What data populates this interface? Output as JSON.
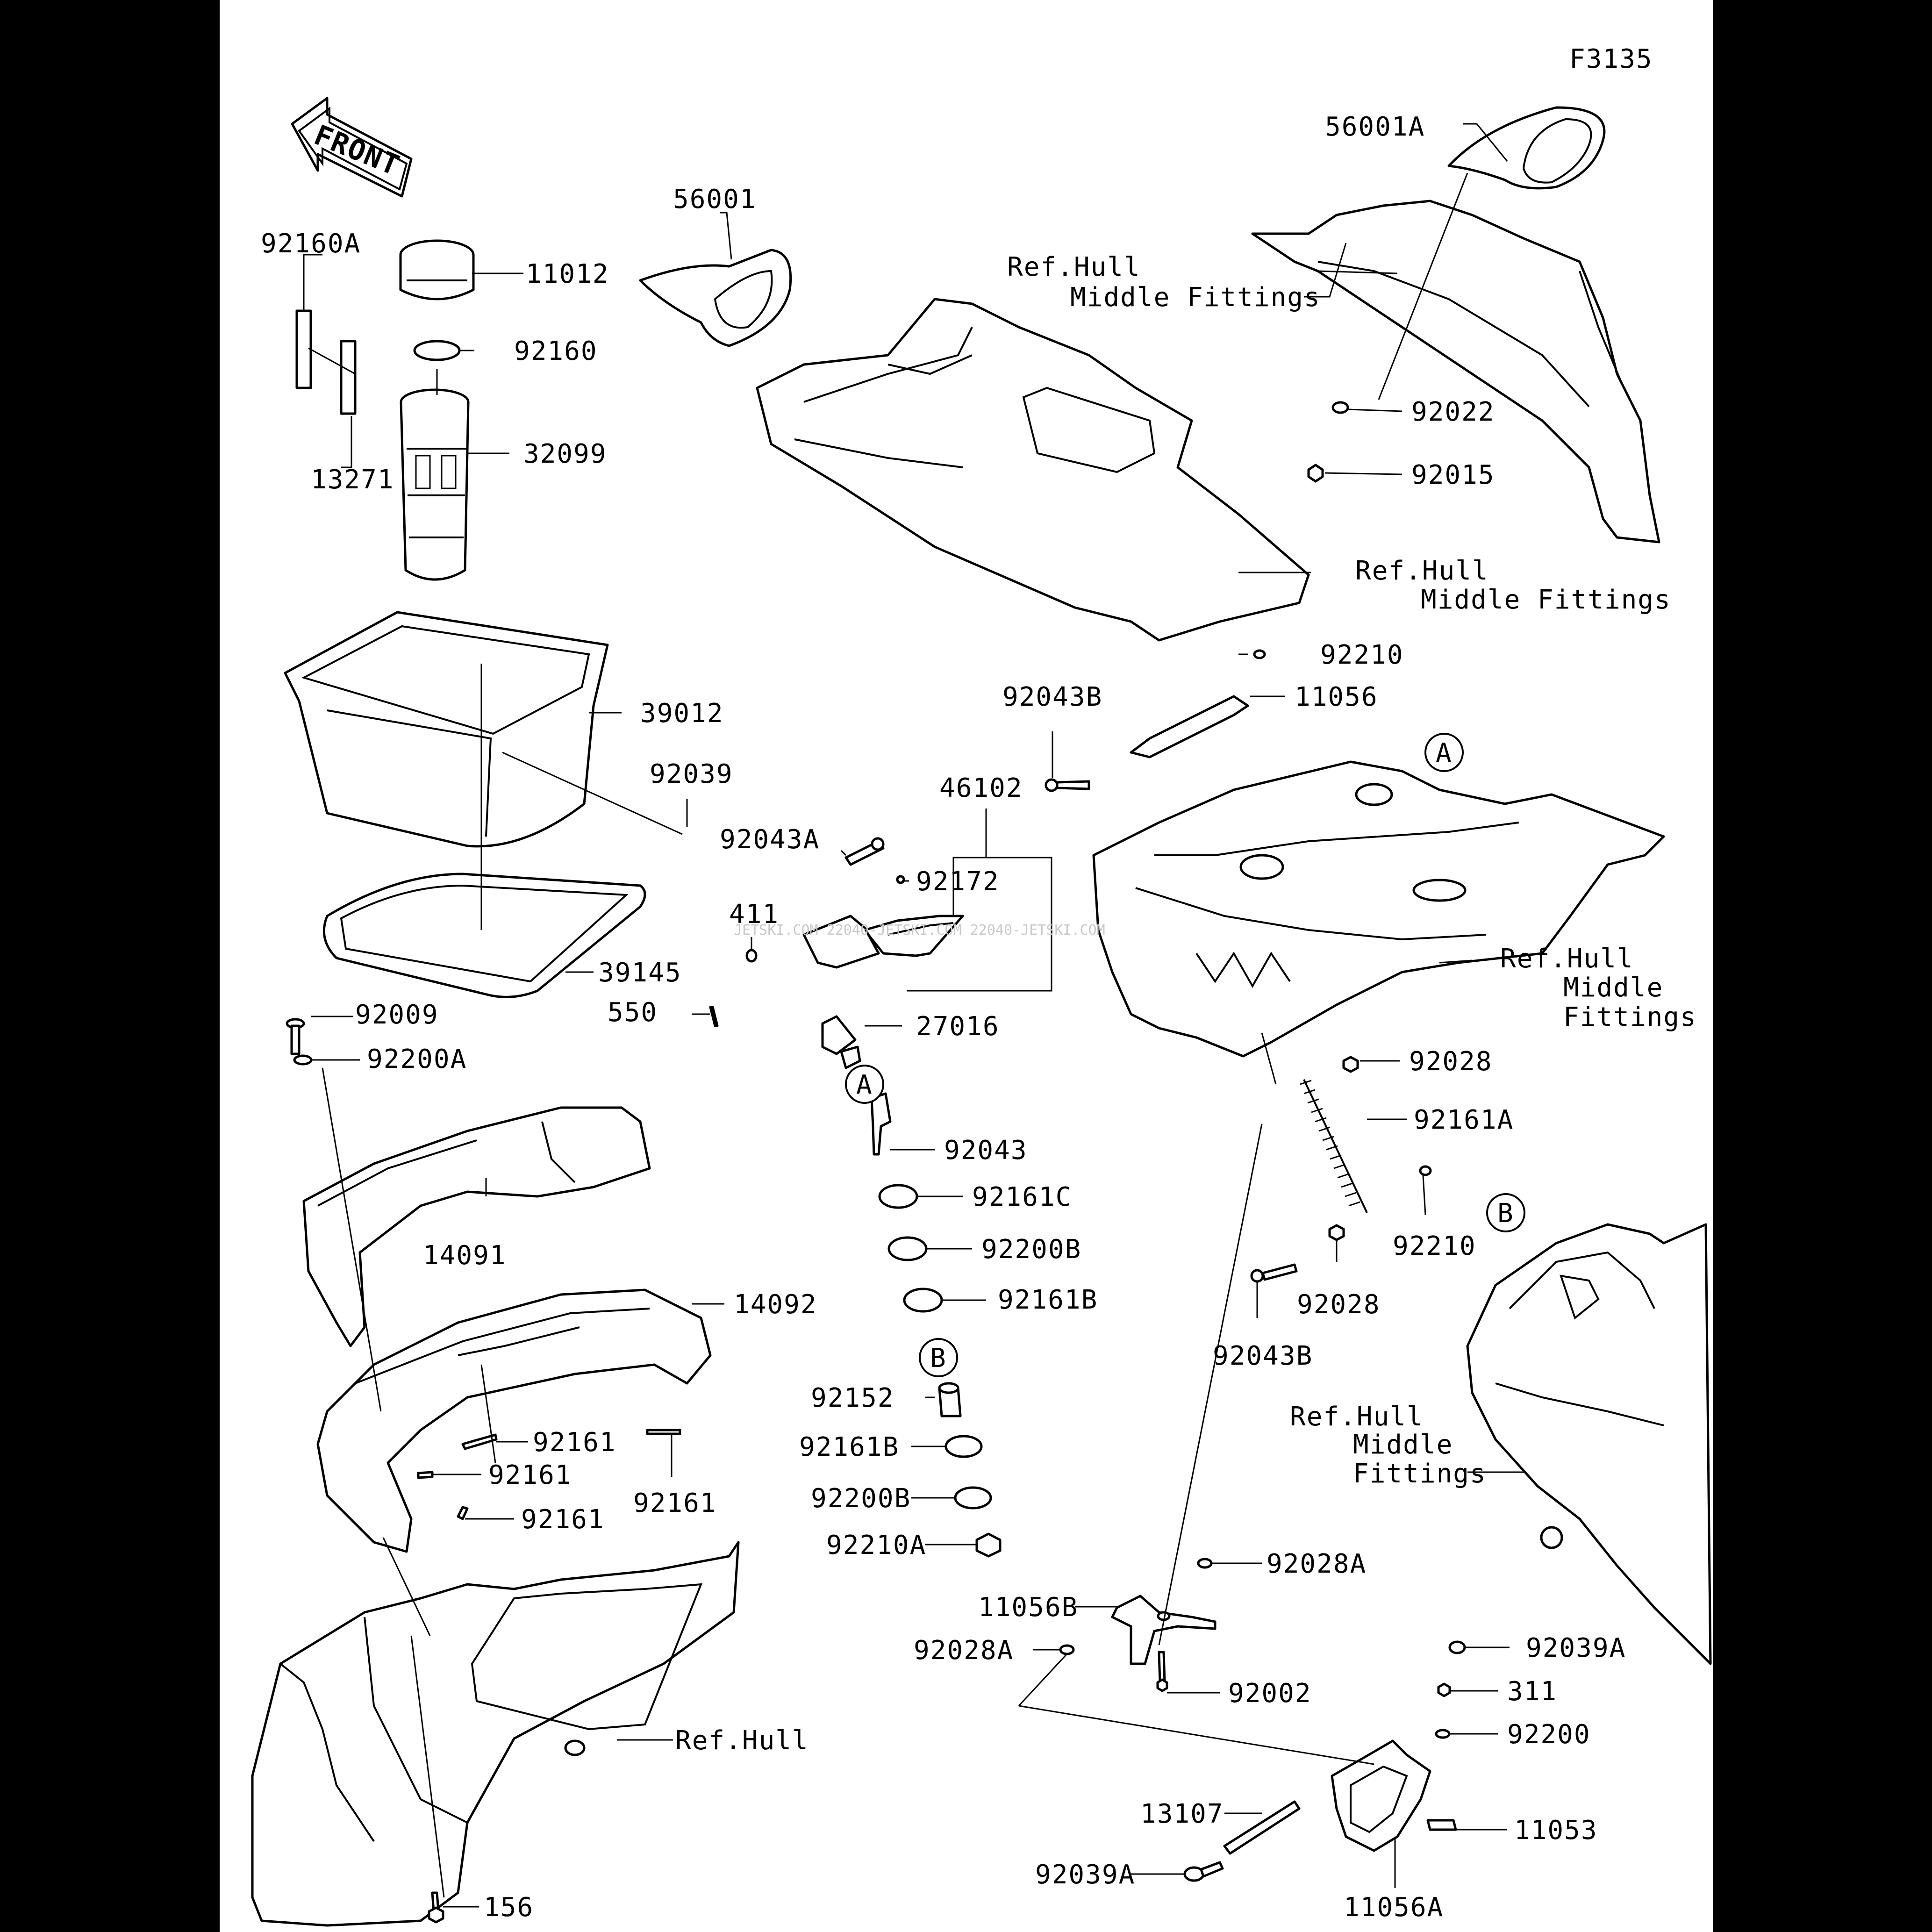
{
  "figure_code": "F3135",
  "front_arrow_text": "FRONT",
  "watermark": "JETSKI.COM 22040-JETSKI.COM 22040-JETSKI.COM",
  "circle_refs": {
    "a_top": "A",
    "a_mid": "A",
    "b_top": "B",
    "b_mid": "B"
  },
  "labels": {
    "p56001A": "56001A",
    "p56001": "56001",
    "ref_hull_mf_1a": "Ref.Hull",
    "ref_hull_mf_1b": "Middle Fittings",
    "p92022": "92022",
    "p92015": "92015",
    "ref_hull_mf_2a": "Ref.Hull",
    "ref_hull_mf_2b": "Middle Fittings",
    "p92160A": "92160A",
    "p11012": "11012",
    "p92160": "92160",
    "p32099": "32099",
    "p13271": "13271",
    "p39012": "39012",
    "p92039": "92039",
    "p39145": "39145",
    "p92210_top": "92210",
    "p11056": "11056",
    "p92043B_top": "92043B",
    "p46102": "46102",
    "p92043A": "92043A",
    "p92172": "92172",
    "p411": "411",
    "p550": "550",
    "p27016": "27016",
    "ref_hull_mf_3a": "Ref.Hull",
    "ref_hull_mf_3b": "Middle",
    "ref_hull_mf_3c": "Fittings",
    "p92009": "92009",
    "p92200A": "92200A",
    "p92028_top": "92028",
    "p92161A": "92161A",
    "p92043": "92043",
    "p92161C": "92161C",
    "p92200B_1": "92200B",
    "p92161B_1": "92161B",
    "p14091": "14091",
    "p92210_mid": "92210",
    "p92028_mid": "92028",
    "p92043B_mid": "92043B",
    "p14092": "14092",
    "p92152": "92152",
    "p92161B_2": "92161B",
    "p92200B_2": "92200B",
    "p92210A": "92210A",
    "p92161_a": "92161",
    "p92161_b": "92161",
    "p92161_c": "92161",
    "p92161_d": "92161",
    "ref_hull_mf_4a": "Ref.Hull",
    "ref_hull_mf_4b": "Middle",
    "ref_hull_mf_4c": "Fittings",
    "p92028A_1": "92028A",
    "p11056B": "11056B",
    "p92028A_2": "92028A",
    "p92002": "92002",
    "p92039A_1": "92039A",
    "p311": "311",
    "p92200": "92200",
    "ref_hull": "Ref.Hull",
    "p13107": "13107",
    "p11053": "11053",
    "p92039A_2": "92039A",
    "p11056A": "11056A",
    "p156": "156"
  }
}
